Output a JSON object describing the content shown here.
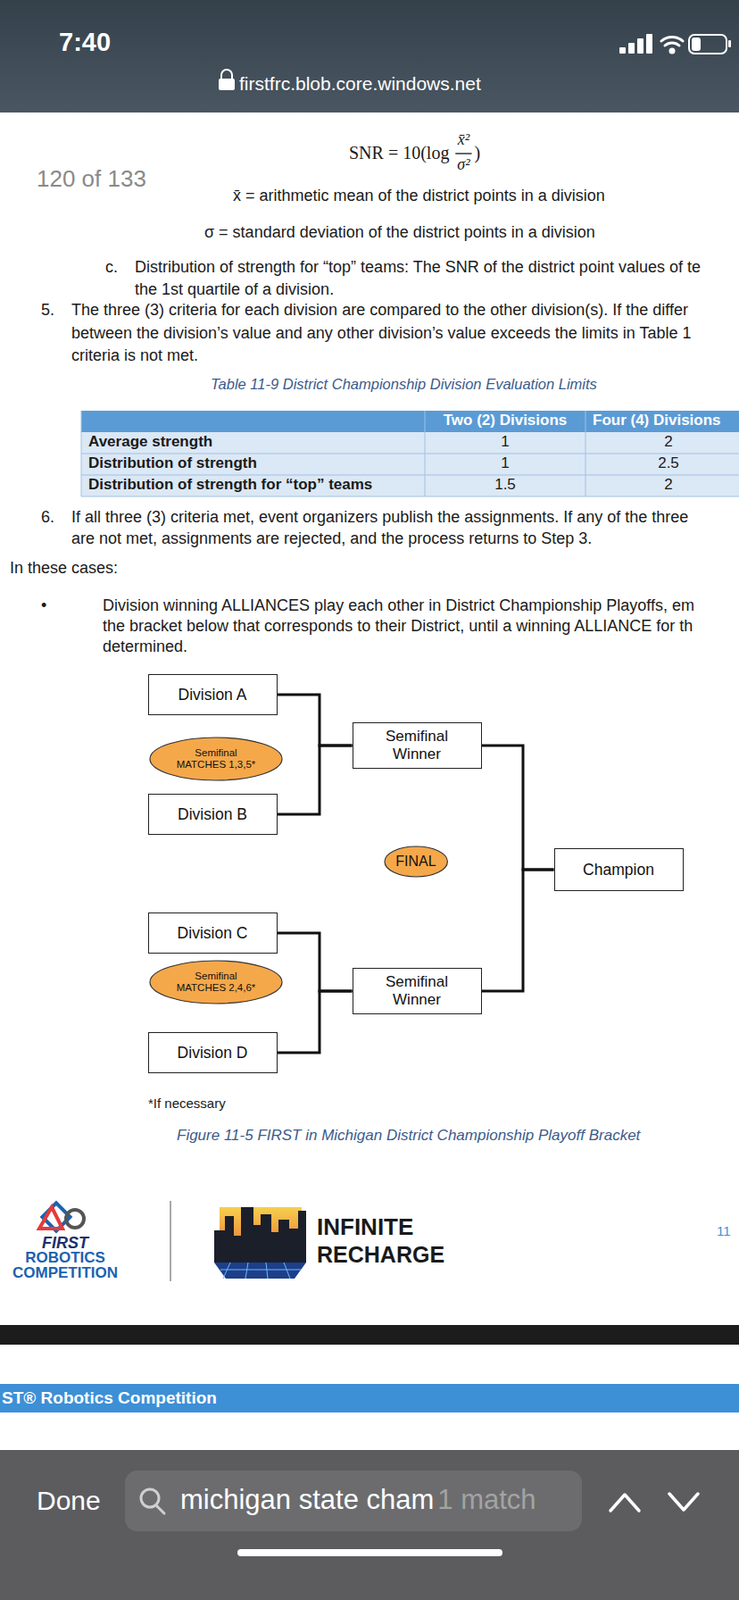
{
  "diagram": {
    "caption": "Figure 11-5 FIRST in Michigan District Championship Playoff Bracket",
    "nodes": [
      {
        "text": [
          "Division A"
        ]
      },
      {
        "text": [
          "Semifinal MATCHES 1,3,5*"
        ]
      },
      {
        "text": [
          "Division B"
        ]
      },
      {
        "text": [
          "Semifinal Winner"
        ]
      },
      {
        "text": [
          "FINAL"
        ]
      },
      {
        "text": [
          "Champion"
        ]
      },
      {
        "text": [
          "Division C"
        ]
      },
      {
        "text": [
          "Semifinal MATCHES 2,4,6*"
        ]
      },
      {
        "text": [
          "Division D"
        ]
      },
      {
        "text": [
          "Semifinal Winner"
        ]
      }
    ],
    "edges": [
      {
        "from": 0,
        "to": 3,
        "arrow": "none"
      },
      {
        "from": 2,
        "to": 3,
        "arrow": "none"
      },
      {
        "from": 6,
        "to": 9,
        "arrow": "none"
      },
      {
        "from": 8,
        "to": 9,
        "arrow": "none"
      },
      {
        "from": 3,
        "to": 5,
        "arrow": "none"
      },
      {
        "from": 9,
        "to": 5,
        "arrow": "none"
      }
    ],
    "labels": [
      "7:40",
      "firstfrc.blob.core.windows.net",
      "SNR = 10(log",
      "x̄²",
      "σ²",
      ")",
      "120 of 133",
      "x̄ = arithmetic mean of the district points in a division",
      "σ = standard deviation of the district points in a division",
      "c.",
      "Distribution of strength for “top” teams: The SNR of the district point values of te",
      "the 1st quartile of a division.",
      "5.",
      "The three (3) criteria for each division are compared to the other division(s). If the differ",
      "between the division’s value and any other division’s value exceeds the limits in Table 1",
      "criteria is not met.",
      "Table 11-9 District Championship Division Evaluation Limits",
      "Two (2) Divisions",
      "Four (4) Divisions",
      "Average strength",
      "1",
      "2",
      "Distribution of strength",
      "1",
      "2.5",
      "Distribution of strength for “top” teams",
      "1.5",
      "2",
      "6.",
      "If all three (3) criteria met, event organizers publish the assignments. If any of the three",
      "are not met, assignments are rejected, and the process returns to Step 3.",
      "In these cases:",
      "•",
      "Division winning ALLIANCES play each other in District Championship Playoffs, em",
      "the bracket below that corresponds to their District, until a winning ALLIANCE for th",
      "determined.",
      "*If necessary",
      "FIRST",
      "ROBOTICS",
      "COMPETITION",
      "INFINITE",
      "RECHARGE",
      "11",
      "ST® Robotics Competition",
      "Done",
      "michigan state cham",
      "1 match"
    ]
  }
}
